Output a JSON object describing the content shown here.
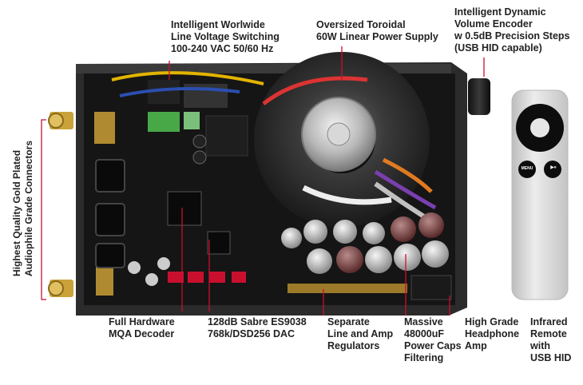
{
  "annotations": {
    "voltage": [
      "Intelligent Worlwide",
      "Line Voltage Switching",
      "100-240 VAC 50/60 Hz"
    ],
    "toroidal": [
      "Oversized Toroidal",
      "60W Linear Power Supply"
    ],
    "encoder": [
      "Intelligent Dynamic",
      "Volume Encoder",
      "w 0.5dB Precision Steps",
      "(USB HID capable)"
    ],
    "connectors": [
      "Highest Quality Gold Plated",
      "Audiophile Grade Connectors"
    ],
    "mqa": [
      "Full Hardware",
      "MQA Decoder"
    ],
    "dac": [
      "128dB Sabre ES9038",
      "768k/DSD256 DAC"
    ],
    "regulators": [
      "Separate",
      "Line and Amp",
      "Regulators"
    ],
    "caps": [
      "Massive",
      "48000uF",
      "Power Caps",
      "Filtering"
    ],
    "headphone": [
      "High Grade",
      "Headphone",
      "Amp"
    ],
    "remote": [
      "Infrared",
      "Remote",
      "with",
      "USB HID"
    ]
  },
  "remote_buttons": {
    "menu": "MENU",
    "play": "▶⏸"
  },
  "colors": {
    "chassis": "#2b2b2b",
    "pcb": "#151515",
    "accent_red": "#c8102e",
    "gold": "#c9a23a",
    "remote": "#d9d9d9"
  }
}
